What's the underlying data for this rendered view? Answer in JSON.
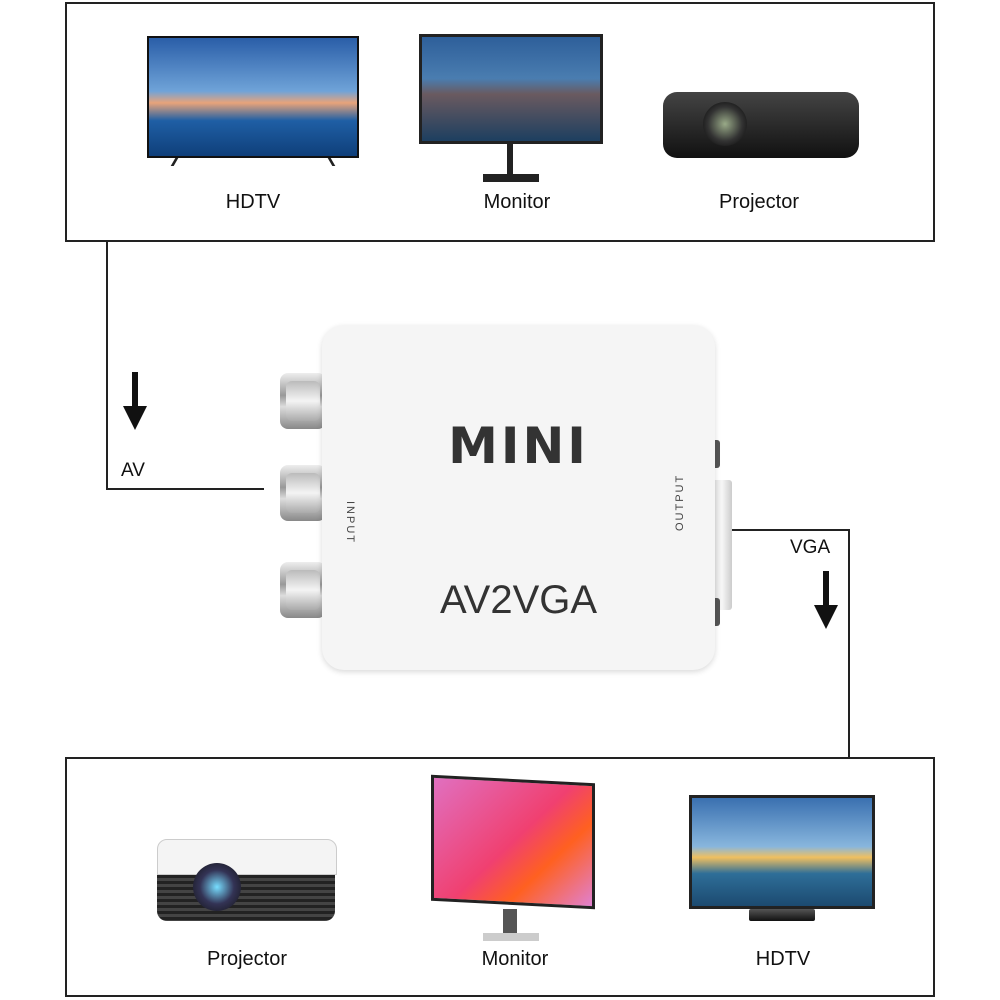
{
  "top_panel": {
    "devices": [
      {
        "icon": "hdtv-icon",
        "label": "HDTV"
      },
      {
        "icon": "monitor-icon",
        "label": "Monitor"
      },
      {
        "icon": "projector-icon",
        "label": "Projector"
      }
    ]
  },
  "bottom_panel": {
    "devices": [
      {
        "icon": "projector-icon",
        "label": "Projector"
      },
      {
        "icon": "monitor-icon",
        "label": "Monitor"
      },
      {
        "icon": "hdtv-icon",
        "label": "HDTV"
      }
    ]
  },
  "converter": {
    "brand": "MINI",
    "model": "AV2VGA",
    "input_label": "INPUT",
    "output_label": "OUTPUT"
  },
  "connections": {
    "left_label": "AV",
    "right_label": "VGA"
  }
}
